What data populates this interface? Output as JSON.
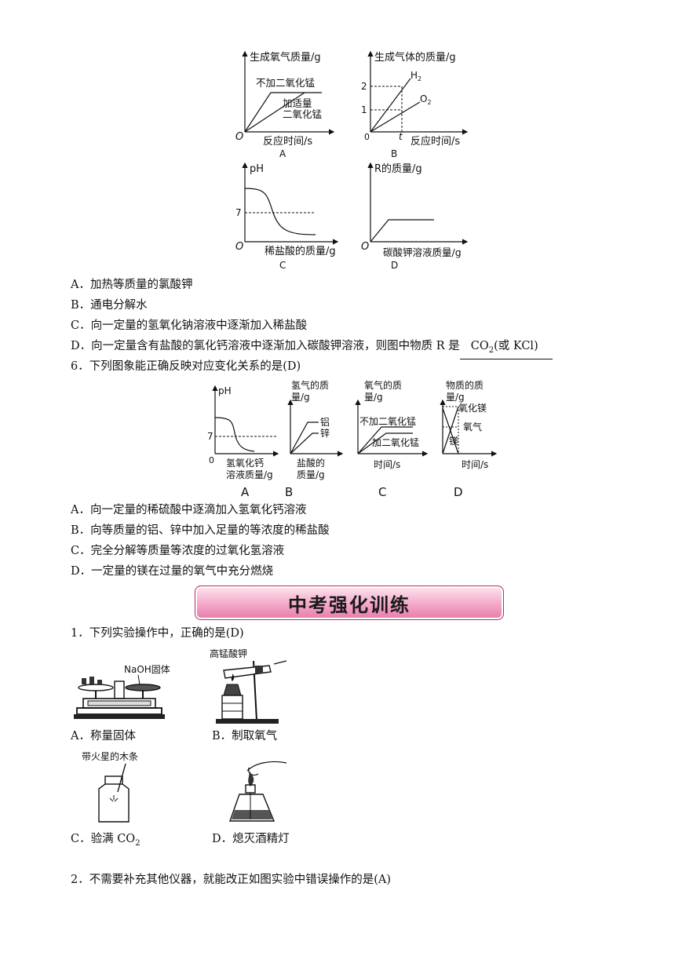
{
  "fig5": {
    "A": {
      "ylabel": "生成氧气质量/g",
      "xlabel": "反应时间/s",
      "origin": "O",
      "curve1": "不加二氧化锰",
      "curve2a": "加适量",
      "curve2b": "二氧化锰",
      "cap": "A"
    },
    "B": {
      "ylabel": "生成气体的质量/g",
      "xlabel": "反应时间/s",
      "origin": "0",
      "tick2": "2",
      "tick1": "1",
      "tickt": "t",
      "h2": "H",
      "h2sub": "2",
      "o2": "O",
      "o2sub": "2",
      "cap": "B"
    },
    "C": {
      "ylabel": "pH",
      "xlabel": "稀盐酸的质量/g",
      "origin": "O",
      "tick7": "7",
      "cap": "C"
    },
    "D": {
      "ylabel": "R的质量/g",
      "xlabel": "碳酸钾溶液质量/g",
      "origin": "O",
      "cap": "D"
    }
  },
  "q5_options": {
    "a": "A．加热等质量的氯酸钾",
    "b": "B．通电分解水",
    "c": "C．向一定量的氢氧化钠溶液中逐渐加入稀盐酸",
    "d_prefix": "D．向一定量含有盐酸的氯化钙溶液中逐渐加入碳酸钾溶液，则图中物质 R 是",
    "d_answer": "CO",
    "d_answer_sub": "2",
    "d_answer_tail": "(或 KCl)"
  },
  "q6": {
    "stem": "6．下列图象能正确反映对应变化关系的是(D)",
    "A": {
      "ylabel": "pH",
      "tick7": "7",
      "origin": "0",
      "xlabel1": "氢氧化钙",
      "xlabel2": "溶液质量/g",
      "cap": "A"
    },
    "B": {
      "ylabel1": "氢气的质",
      "ylabel2": "量/g",
      "al": "铝",
      "zn": "锌",
      "xlabel1": "盐酸的",
      "xlabel2": "质量/g",
      "cap": "B"
    },
    "C": {
      "ylabel1": "氧气的质",
      "ylabel2": "量/g",
      "curve1": "不加二氧化锰",
      "curve2": "加二氧化锰",
      "xlabel": "时间/s",
      "cap": "C"
    },
    "D": {
      "ylabel1": "物质的质",
      "ylabel2": "量/g",
      "mgo": "氧化镁",
      "o2": "氧气",
      "mg": "镁",
      "xlabel": "时间/s",
      "cap": "D"
    },
    "options": {
      "a": "A．向一定量的稀硫酸中逐滴加入氢氧化钙溶液",
      "b": "B．向等质量的铝、锌中加入足量的等浓度的稀盐酸",
      "c": "C．完全分解等质量等浓度的过氧化氢溶液",
      "d": "D．一定量的镁在过量的氧气中充分燃烧"
    }
  },
  "banner": "中考强化训练",
  "t1": {
    "stem": "1．下列实验操作中，正确的是(D)",
    "naoh": "NaOH固体",
    "kmno4": "高锰酸钾",
    "splint": "带火星的木条",
    "a": "A．称量固体",
    "b": "B．制取氧气",
    "c_prefix": "C．验满 CO",
    "c_sub": "2",
    "d": "D．熄灭酒精灯"
  },
  "t2": {
    "stem": "2．不需要补充其他仪器，就能改正如图实验中错误操作的是(A)"
  }
}
